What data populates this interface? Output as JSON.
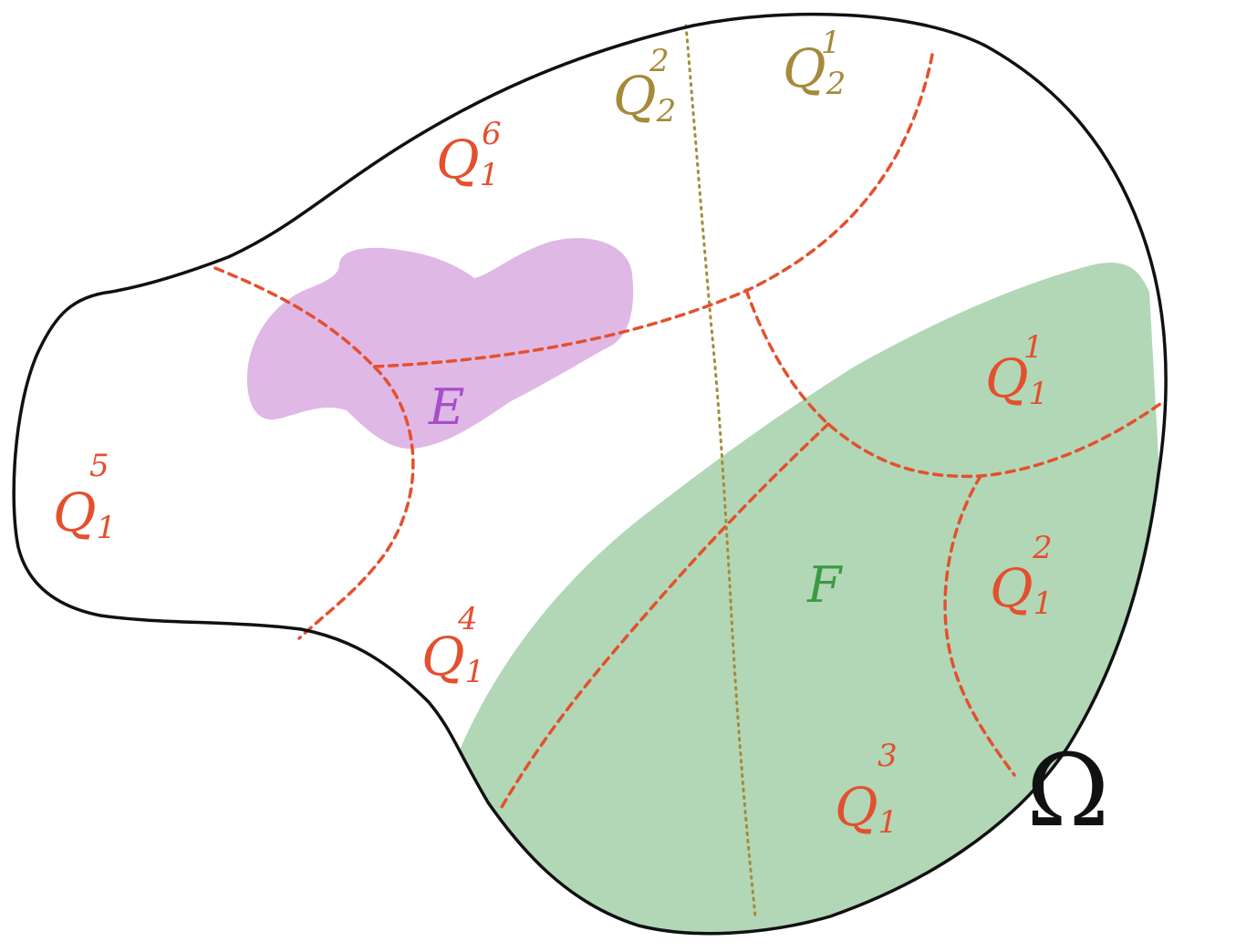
{
  "colors": {
    "outline": "#111111",
    "level1": "#e4502e",
    "level2": "#a58a3a",
    "set_E_fill": "#dfb8e6",
    "set_E_text": "#a64fc9",
    "set_F_fill": "#b1d7b6",
    "set_F_text": "#3c9a44"
  },
  "domain": {
    "name": "Ω"
  },
  "sets": {
    "E": {
      "label": "E"
    },
    "F": {
      "label": "F"
    }
  },
  "regions_level1": [
    {
      "base": "Q",
      "sub": "1",
      "sup": "1"
    },
    {
      "base": "Q",
      "sub": "1",
      "sup": "2"
    },
    {
      "base": "Q",
      "sub": "1",
      "sup": "3"
    },
    {
      "base": "Q",
      "sub": "1",
      "sup": "4"
    },
    {
      "base": "Q",
      "sub": "1",
      "sup": "5"
    },
    {
      "base": "Q",
      "sub": "1",
      "sup": "6"
    }
  ],
  "regions_level2": [
    {
      "base": "Q",
      "sub": "2",
      "sup": "1"
    },
    {
      "base": "Q",
      "sub": "2",
      "sup": "2"
    }
  ]
}
